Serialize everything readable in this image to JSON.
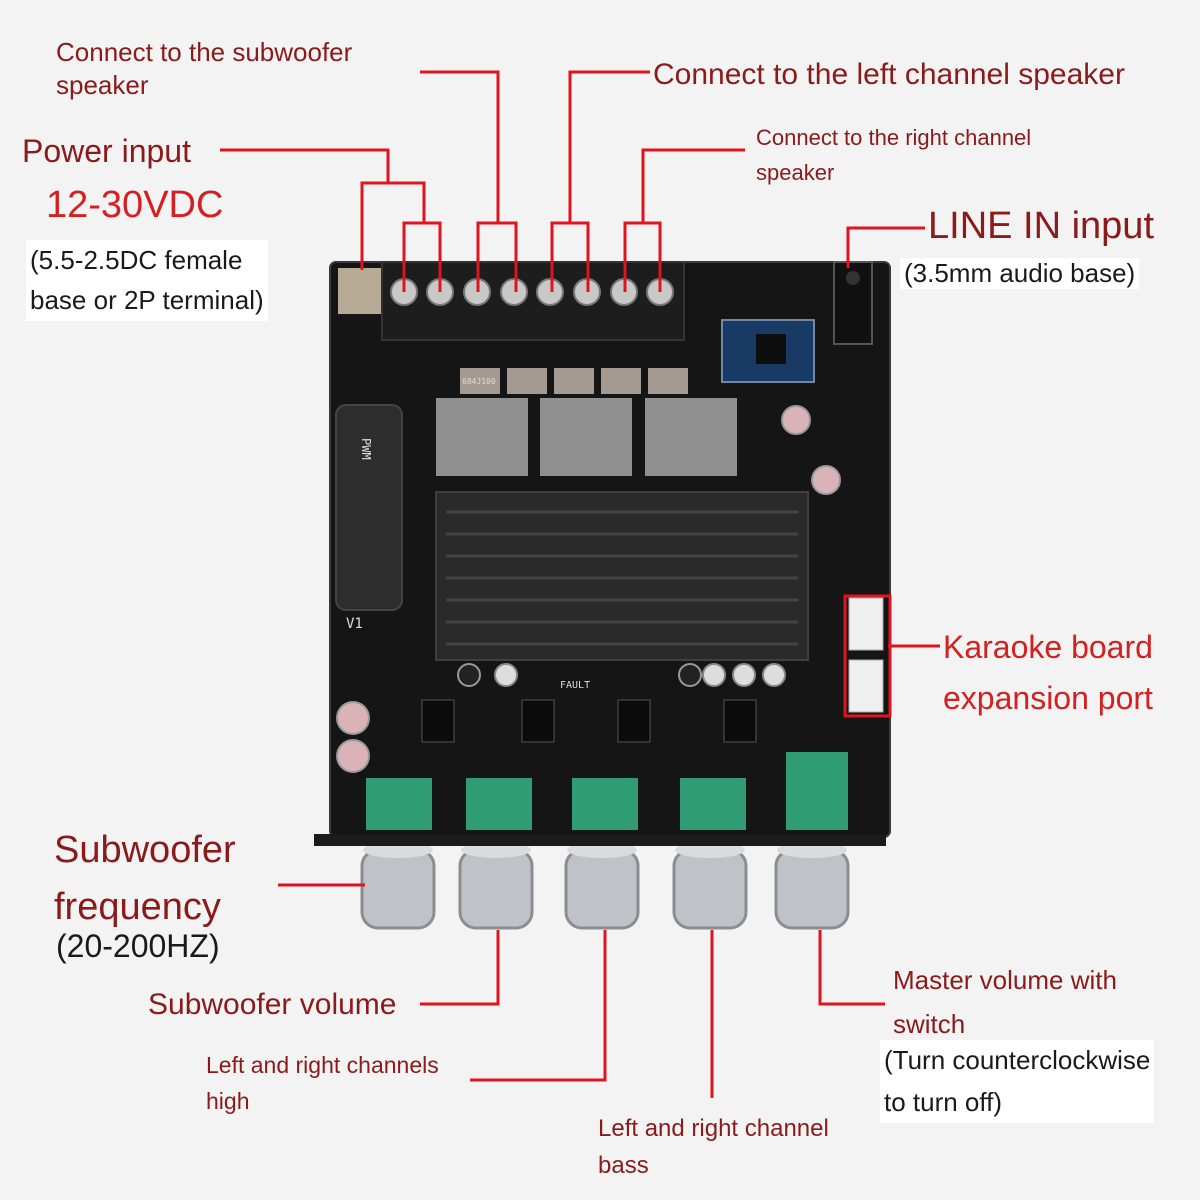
{
  "colors": {
    "wire": "#e0141e",
    "label_dark_red": "#8b1a1a",
    "label_red": "#d42020",
    "label_black": "#1a1a1a",
    "pcb": "#151515",
    "heatsink": "#2a2a2a",
    "knob_block": "#2f9c74",
    "knob_chrome": "#bfc3c7"
  },
  "labels": {
    "subwoofer_out": "Connect to the subwoofer\nspeaker",
    "left_out": "Connect to the left channel speaker",
    "right_out": "Connect to the right channel\nspeaker",
    "power_title": "Power input",
    "power_voltage": "12-30VDC",
    "power_note": "(5.5-2.5DC female\nbase or 2P terminal)",
    "line_in_title": "LINE IN input",
    "line_in_note": "(3.5mm audio base)",
    "karaoke": "Karaoke board\nexpansion port",
    "sub_freq_title": "Subwoofer\nfrequency",
    "sub_freq_range": "(20-200HZ)",
    "sub_volume": "Subwoofer volume",
    "treble": "Left and right channels\nhigh",
    "bass": "Left and right channel\nbass",
    "master_title": "Master volume with\nswitch",
    "master_note": "(Turn counterclockwise\nto turn off)"
  },
  "board": {
    "silkscreen": {
      "version": "V1",
      "inductor": "PWM",
      "fault": "FAULT",
      "chip_mark": "684J100"
    }
  }
}
